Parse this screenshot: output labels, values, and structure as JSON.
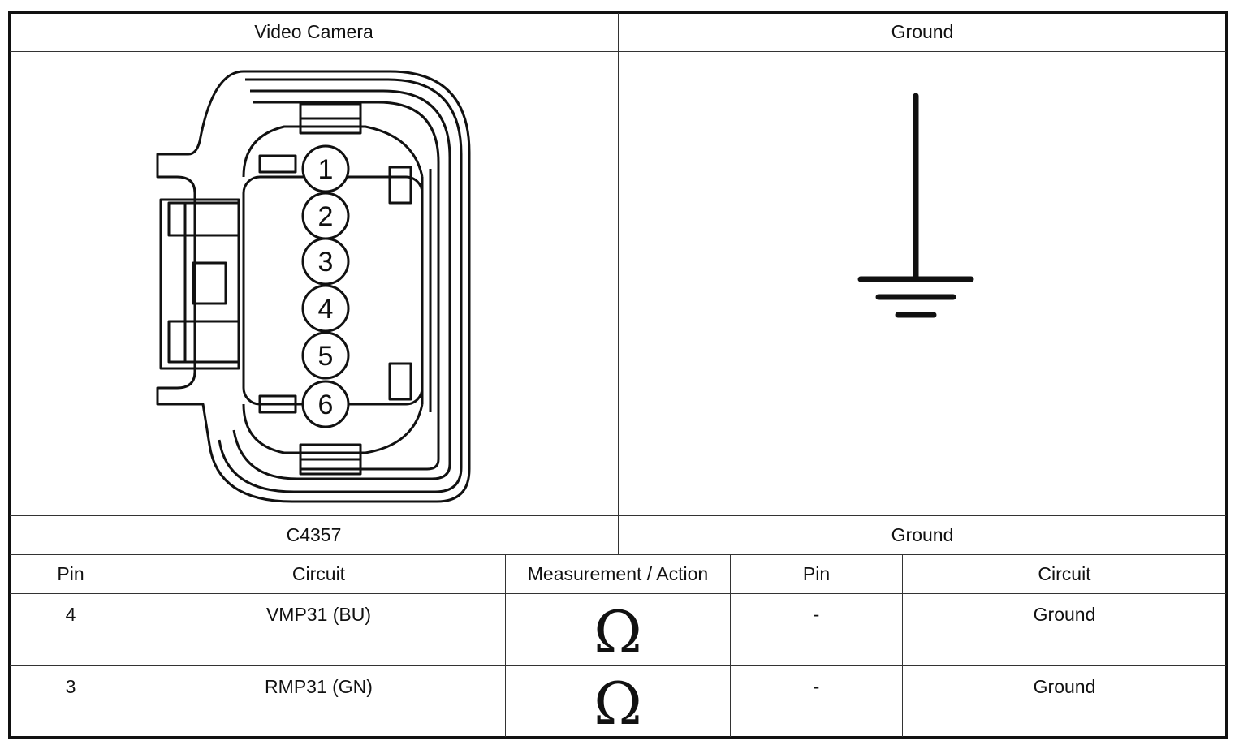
{
  "header": {
    "left_title": "Video Camera",
    "right_title": "Ground"
  },
  "footer_labels": {
    "left_connector": "C4357",
    "right_connector": "Ground"
  },
  "connector": {
    "pins": [
      "1",
      "2",
      "3",
      "4",
      "5",
      "6"
    ]
  },
  "table": {
    "columns": [
      "Pin",
      "Circuit",
      "Measurement / Action",
      "Pin",
      "Circuit"
    ],
    "rows": [
      {
        "pin": "4",
        "circuit": "VMP31 (BU)",
        "action_icon": "ohm-symbol",
        "action_glyph": "Ω",
        "pin2": "-",
        "circuit2": "Ground"
      },
      {
        "pin": "3",
        "circuit": "RMP31 (GN)",
        "action_icon": "ohm-symbol",
        "action_glyph": "Ω",
        "pin2": "-",
        "circuit2": "Ground"
      }
    ]
  }
}
